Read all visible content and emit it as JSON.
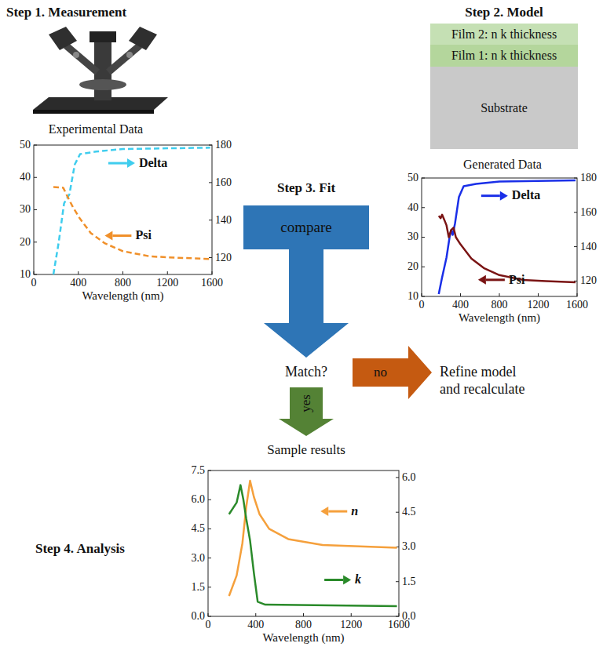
{
  "diagram": {
    "nodes": [
      {
        "text": [
          "Film 2: n k thickness"
        ]
      },
      {
        "text": [
          "Film 1: n k thickness"
        ]
      },
      {
        "text": [
          "Substrate"
        ]
      },
      {
        "text": [
          "compare"
        ]
      },
      {
        "text": [
          "Match?"
        ]
      },
      {
        "text": [
          "Refine model and recalculate"
        ]
      },
      {
        "text": [
          "Sample results"
        ]
      }
    ],
    "edges": [
      {
        "from": 3,
        "to": 4,
        "arrow": "to"
      },
      {
        "from": 4,
        "to": 5,
        "label": "no",
        "arrow": "to"
      },
      {
        "from": 4,
        "to": 6,
        "label": "yes",
        "arrow": "to"
      }
    ],
    "labels": [
      "Step 1. Measurement",
      "Experimental Data",
      "50",
      "40",
      "30",
      "20",
      "10",
      "180",
      "160",
      "140",
      "120",
      "0",
      "400",
      "800",
      "1200",
      "1600",
      "Wavelength (nm)",
      "Delta",
      "Psi",
      "Step 2. Model",
      "Generated Data",
      "50",
      "40",
      "30",
      "20",
      "10",
      "180",
      "160",
      "140",
      "120",
      "0",
      "400",
      "800",
      "1200",
      "1600",
      "Wavelength (nm)",
      "Delta",
      "Psi",
      "Step 3. Fit",
      "Step 4. Analysis",
      "7.5",
      "6.0",
      "4.5",
      "3.0",
      "1.5",
      "0.0",
      "6.0",
      "4.5",
      "3.0",
      "1.5",
      "0.0",
      "0",
      "400",
      "800",
      "1200",
      "1600",
      "Wavelength (nm)",
      "n",
      "k"
    ]
  }
}
